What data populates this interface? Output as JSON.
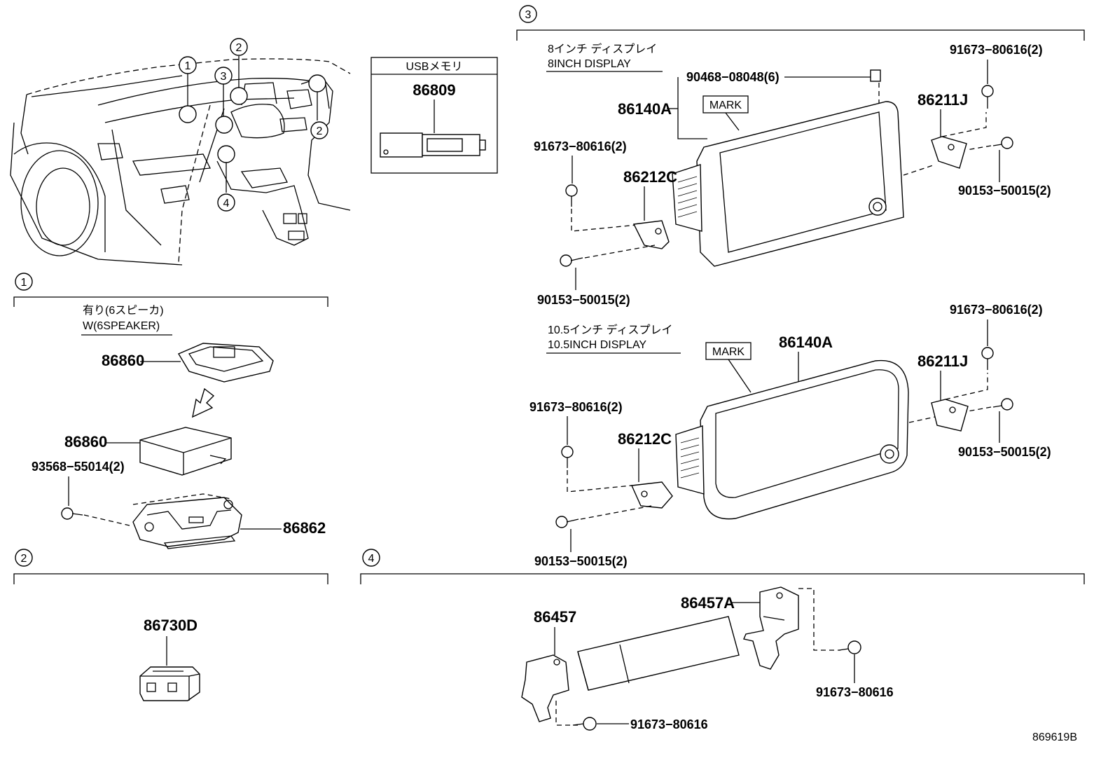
{
  "sections": [
    {
      "id": "1",
      "label": "1"
    },
    {
      "id": "2",
      "label": "2"
    },
    {
      "id": "3",
      "label": "3"
    },
    {
      "id": "4",
      "label": "4"
    }
  ],
  "overview": {
    "callouts": [
      "1",
      "2",
      "3",
      "2",
      "4"
    ]
  },
  "usb_box": {
    "title": "USBメモリ",
    "part": "86809"
  },
  "section1": {
    "note_jp": "有り(6スピーカ)",
    "note_en": "W(6SPEAKER)",
    "parts": [
      "86860",
      "86860",
      "93568−55014(2)",
      "86862"
    ]
  },
  "section2": {
    "parts": [
      "86730D"
    ]
  },
  "section3": {
    "display8": {
      "title_jp": "8インチ ディスプレイ",
      "title_en": "8INCH DISPLAY",
      "mark": "MARK",
      "parts": [
        "90468−08048(6)",
        "86140A",
        "91673−80616(2)",
        "86211J",
        "91673−80616(2)",
        "86212C",
        "90153−50015(2)",
        "90153−50015(2)"
      ]
    },
    "display105": {
      "title_jp": "10.5インチ ディスプレイ",
      "title_en": "10.5INCH DISPLAY",
      "mark": "MARK",
      "parts": [
        "86140A",
        "91673−80616(2)",
        "86211J",
        "91673−80616(2)",
        "86212C",
        "90153−50015(2)",
        "90153−50015(2)"
      ]
    }
  },
  "section4": {
    "parts": [
      "86457A",
      "86457",
      "91673−80616",
      "91673−80616"
    ]
  },
  "figure_code": "869619B"
}
